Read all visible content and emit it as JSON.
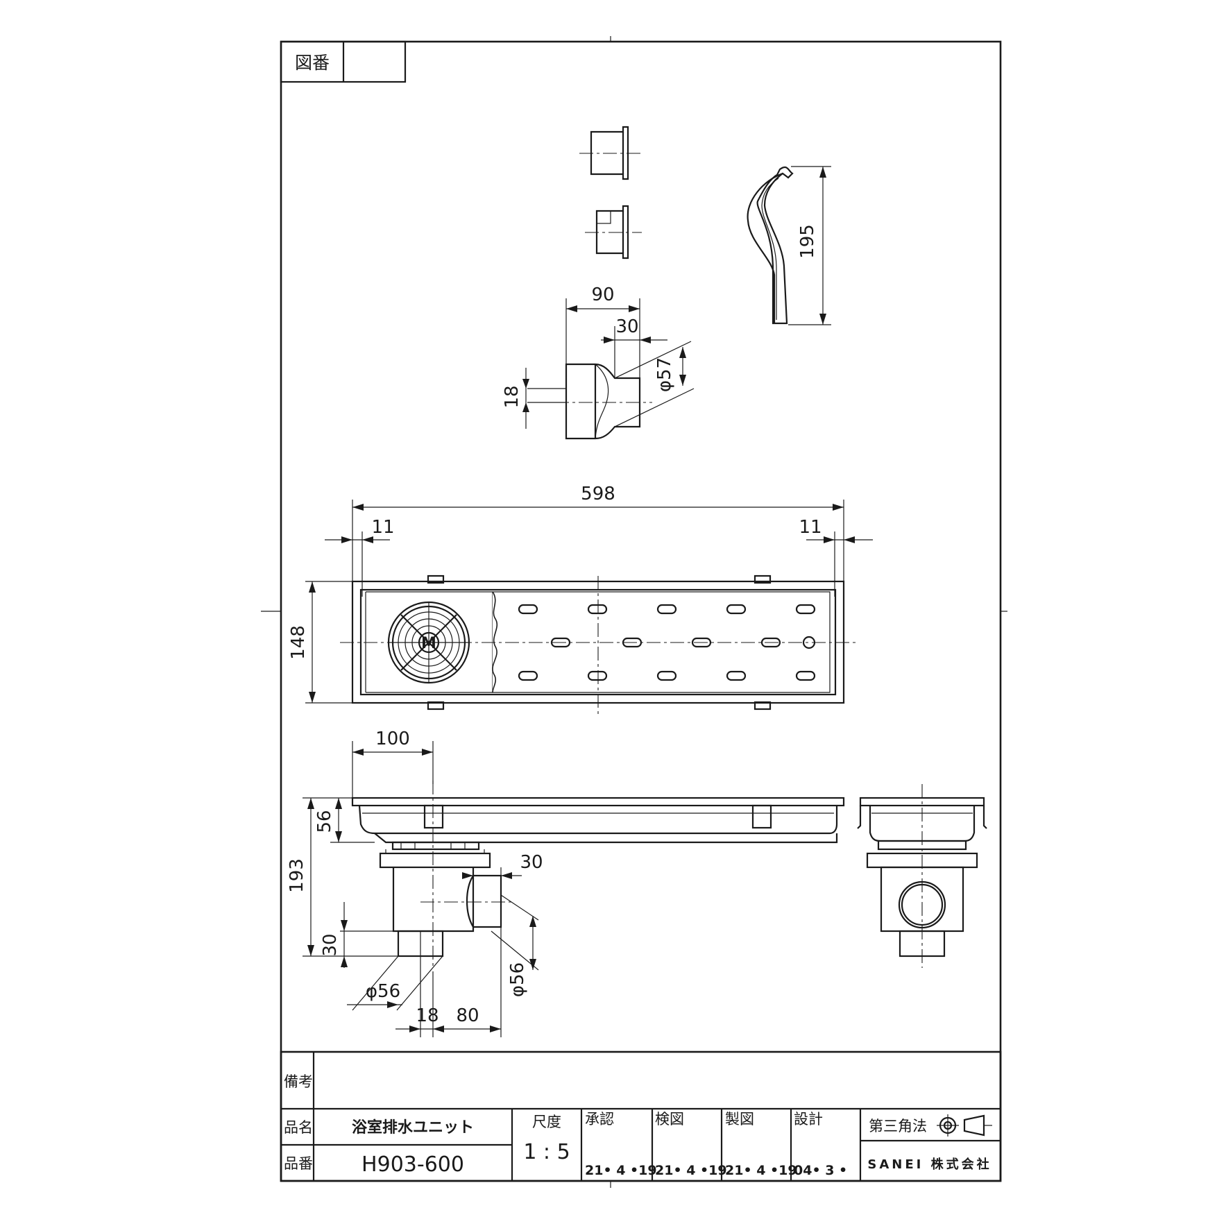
{
  "drawing_number_label": "図番",
  "drawing_number_value": "",
  "remarks_label": "備考",
  "product_name_label": "品名",
  "product_name": "浴室排水ユニット",
  "product_number_label": "品番",
  "product_number": "H903-600",
  "scale_label": "尺度",
  "scale": "1 : 5",
  "approval": [
    {
      "label": "承認",
      "date": "21• 4 •19"
    },
    {
      "label": "検図",
      "date": "21• 4 •19"
    },
    {
      "label": "製図",
      "date": "21• 4 •19"
    },
    {
      "label": "設計",
      "date": "04• 3 •"
    }
  ],
  "projection_label": "第三角法",
  "company": "SANEI 株式会社",
  "dimensions": {
    "handle_height": "195",
    "elbow_length": "90",
    "elbow_offset": "30",
    "elbow_diameter": "φ57",
    "elbow_height": "18",
    "total_length": "598",
    "margin_left": "11",
    "margin_right": "11",
    "width": "148",
    "drain_offset": "100",
    "tray_depth": "56",
    "total_height": "193",
    "outlet_offset": "30",
    "bottom_height": "30",
    "bottom_diameter": "φ56",
    "outlet_diameter": "φ56",
    "bottom_step": "18",
    "outlet_distance": "80"
  }
}
